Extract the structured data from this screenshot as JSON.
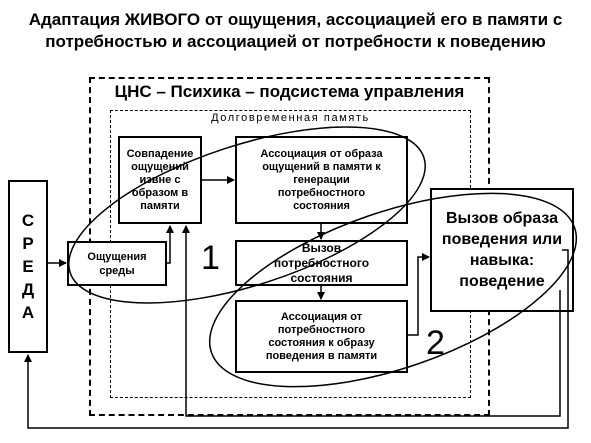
{
  "title": {
    "line1": "Адаптация ЖИВОГО от ощущения, ассоциацией его в памяти с",
    "line2": "потребностью и ассоциацией от потребности к поведению"
  },
  "outer_frame_label": "ЦНС – Психика – подсистема управления",
  "inner_frame_label": "Долговременная память",
  "environment_letters": [
    "С",
    "Р",
    "Е",
    "Д",
    "А"
  ],
  "boxes": {
    "sensations": "Ощущения среды",
    "match": "Совпадение ощущений извне с образом в памяти",
    "assoc_image_need": "Ассоциация от образа ощущений в памяти к генерации потребностного состояния",
    "need_call": "Вызов потребностного состояния",
    "assoc_need_behavior": "Ассоциация от потребностного состояния к образу поведения в памяти",
    "behavior": "Вызов образа поведения или навыка: поведение"
  },
  "loop_labels": [
    "1",
    "2"
  ]
}
